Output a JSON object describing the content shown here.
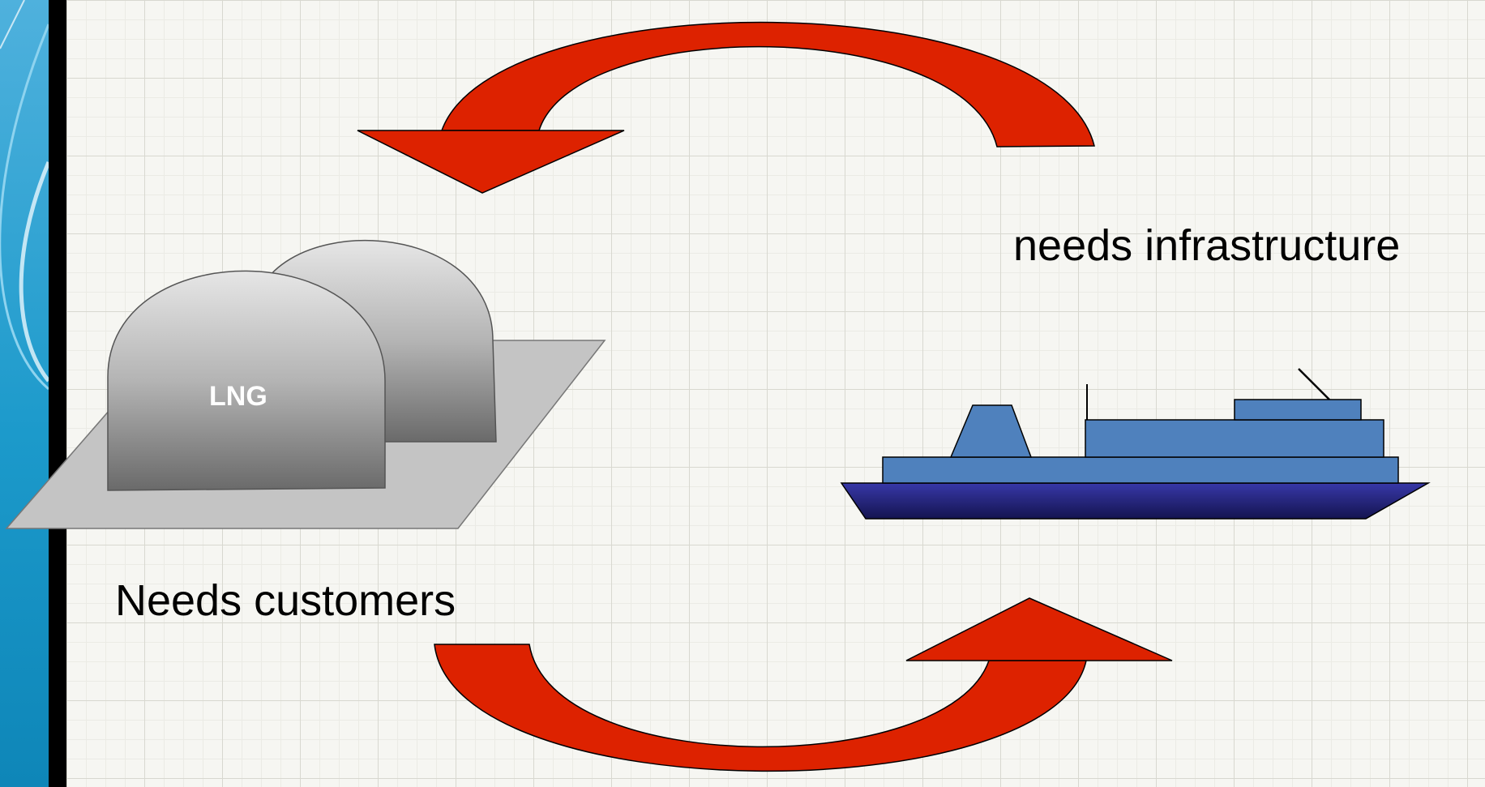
{
  "diagram": {
    "tank_label": "LNG",
    "label_infrastructure": "needs infrastructure",
    "label_customers": "Needs customers"
  },
  "colors": {
    "arrow": "#dd2200",
    "ship": "#4f81bd",
    "hull": "#2a2a8c",
    "tank": "#8a8a8a",
    "platform": "#c4c4c4",
    "sidebar": "#1c9acb"
  }
}
